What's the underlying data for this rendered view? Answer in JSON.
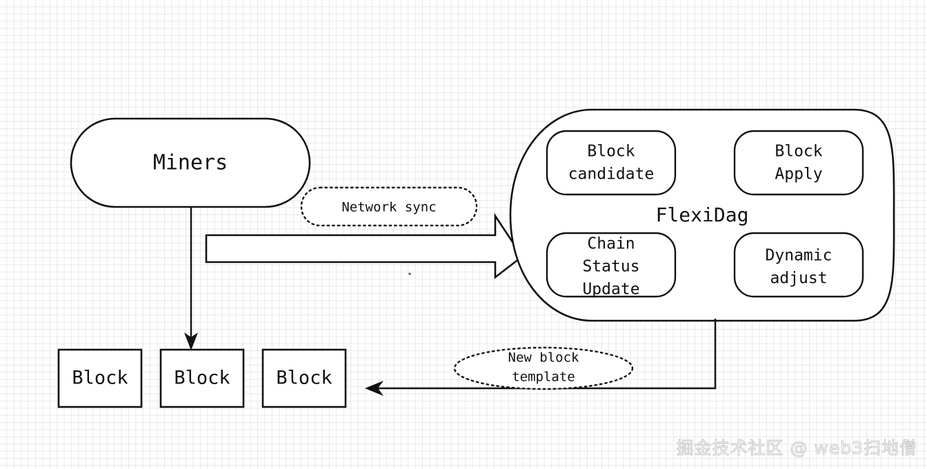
{
  "diagram": {
    "title": "FlexiDag block flow diagram",
    "background": {
      "grid_color": "#e8e8e8",
      "page_color": "#ffffff"
    },
    "stroke_color": "#111111",
    "nodes": {
      "miners": {
        "label": "Miners",
        "shape": "stadium"
      },
      "flexidag": {
        "label": "FlexiDag",
        "shape": "cylinder",
        "children": [
          {
            "id": "block-candidate",
            "line1": "Block",
            "line2": "candidate",
            "shape": "rounded-rect"
          },
          {
            "id": "block-apply",
            "line1": "Block",
            "line2": "Apply",
            "shape": "rounded-rect"
          },
          {
            "id": "chain-status-update",
            "line1": "Chain",
            "line2": "Status",
            "line3": "Update",
            "shape": "rounded-rect"
          },
          {
            "id": "dynamic-adjust",
            "line1": "Dynamic",
            "line2": "adjust",
            "shape": "rounded-rect"
          }
        ]
      },
      "blocks": [
        {
          "id": "block-1",
          "label": "Block",
          "shape": "rect"
        },
        {
          "id": "block-2",
          "label": "Block",
          "shape": "rect"
        },
        {
          "id": "block-3",
          "label": "Block",
          "shape": "rect"
        }
      ]
    },
    "edge_labels": [
      {
        "id": "network-sync",
        "text": "Network sync",
        "shape": "dotted-stadium"
      },
      {
        "id": "new-block-template",
        "line1": "New block",
        "line2": "template",
        "shape": "dotted-ellipse"
      }
    ],
    "edges": [
      {
        "id": "miners-to-block2",
        "from": "miners",
        "to": "block-2",
        "style": "solid-arrow"
      },
      {
        "id": "miners-to-flexidag",
        "from": "miners",
        "to": "flexidag",
        "style": "block-arrow",
        "label": "Network sync"
      },
      {
        "id": "flexidag-to-block3",
        "from": "flexidag",
        "to": "block-3",
        "style": "solid-arrow",
        "label": "New block template"
      }
    ]
  },
  "watermark": {
    "text": "掘金技术社区 @ web3扫地僧",
    "color": "#c9c9c9"
  }
}
